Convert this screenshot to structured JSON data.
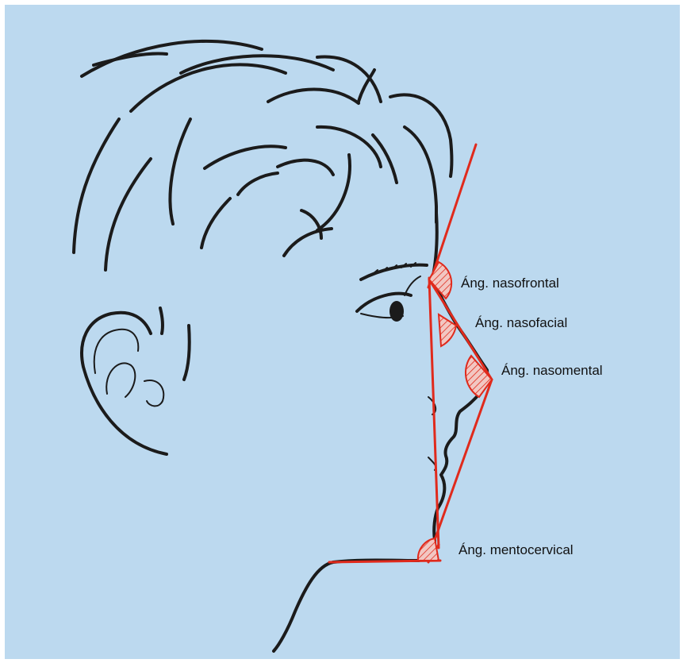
{
  "colors": {
    "background": "#bcd9ef",
    "sketch": "#1b1b1b",
    "angle_lines": "#e02a1c"
  },
  "labels": {
    "nasofrontal": "Áng. nasofrontal",
    "nasofacial": "Áng. nasofacial",
    "nasomental": "Áng. nasomental",
    "mentocervical": "Áng. mentocervical"
  }
}
